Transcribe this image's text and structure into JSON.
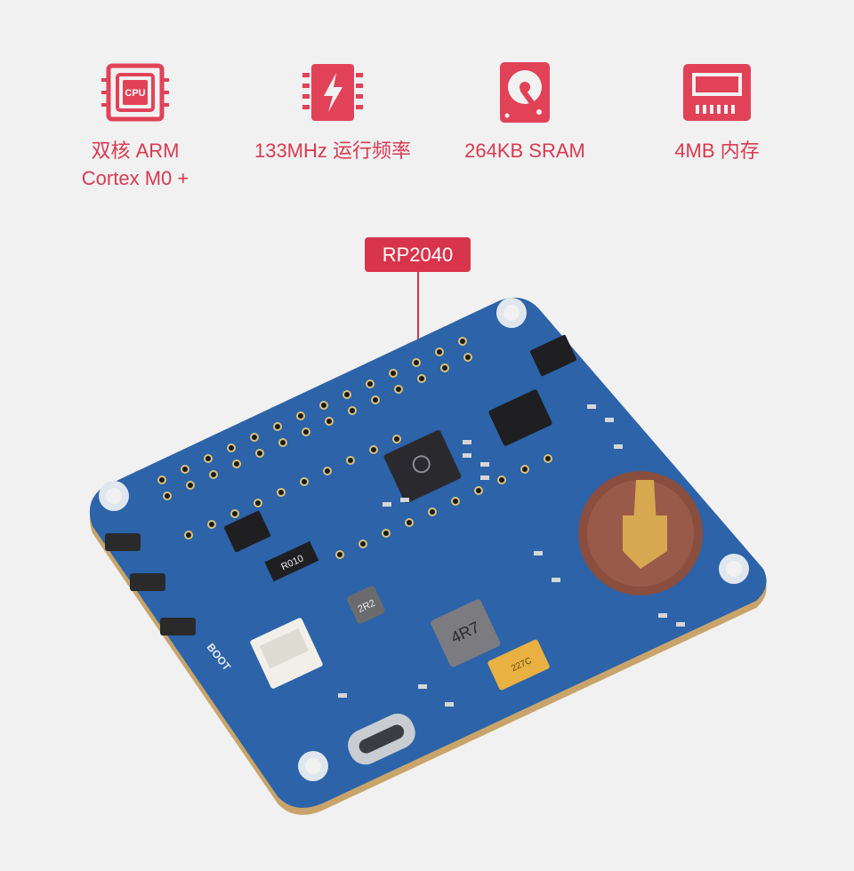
{
  "features": [
    {
      "icon": "cpu-icon",
      "label": "双核 ARM\nCortex M0 +",
      "icon_text": "CPU"
    },
    {
      "icon": "lightning-chip-icon",
      "label": "133MHz 运行频率"
    },
    {
      "icon": "hard-drive-icon",
      "label": "264KB SRAM"
    },
    {
      "icon": "memory-card-icon",
      "label": "4MB 内存"
    }
  ],
  "callout": {
    "label": "RP2040"
  },
  "board_silkscreen": {
    "resistor": "R010",
    "inductor_small": "2R2",
    "inductor_large": "4R7",
    "boot_button": "BOOT",
    "capacitor": "227C"
  },
  "colors": {
    "accent": "#d8344b",
    "pcb": "#2b63a8",
    "background": "#f1f1f1"
  }
}
